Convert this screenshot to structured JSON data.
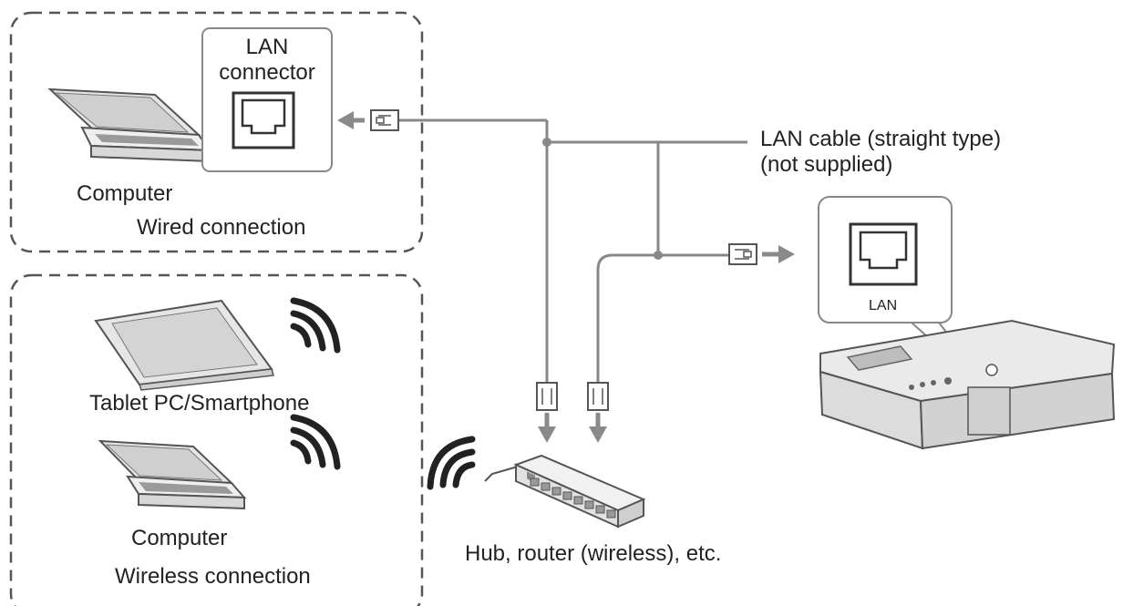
{
  "wired": {
    "connector_label_line1": "LAN",
    "connector_label_line2": "connector",
    "computer_label": "Computer",
    "group_label": "Wired connection"
  },
  "wireless": {
    "tablet_label": "Tablet PC/Smartphone",
    "computer_label": "Computer",
    "group_label": "Wireless connection"
  },
  "cable": {
    "label_line1": "LAN cable (straight type)",
    "label_line2": "(not supplied)"
  },
  "projector": {
    "port_label": "LAN"
  },
  "hub": {
    "label": "Hub, router (wireless), etc."
  },
  "colors": {
    "line": "#888888",
    "outline": "#555555",
    "dash": "#555555",
    "arrow": "#8a8a8a",
    "device_fill": "#e9e9e9",
    "device_dark": "#bdbdbd"
  }
}
